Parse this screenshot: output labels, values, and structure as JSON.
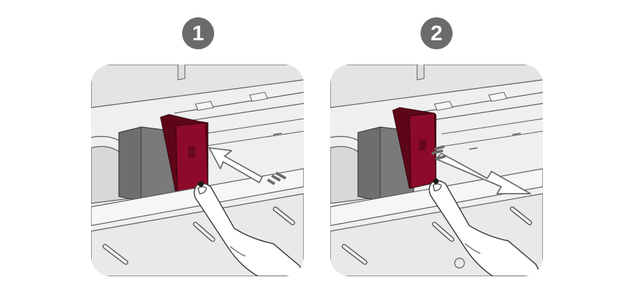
{
  "steps": [
    {
      "number": "1",
      "action": "push-in"
    },
    {
      "number": "2",
      "action": "pull-out"
    }
  ],
  "colors": {
    "badge": "#6b6b6b",
    "cartridge": "#8d0a2a",
    "cartridge_dark": "#5e0619",
    "black_cartridge": "#6e6e6e",
    "arrow_fill": "#ffffff",
    "arrow_stroke": "#6a6a6a",
    "line": "#5a5a5a",
    "skin": "#ffffff"
  },
  "icons": {
    "arrow_in": "arrow-push-in-icon",
    "arrow_out": "arrow-pull-out-icon",
    "finger": "finger-icon"
  }
}
